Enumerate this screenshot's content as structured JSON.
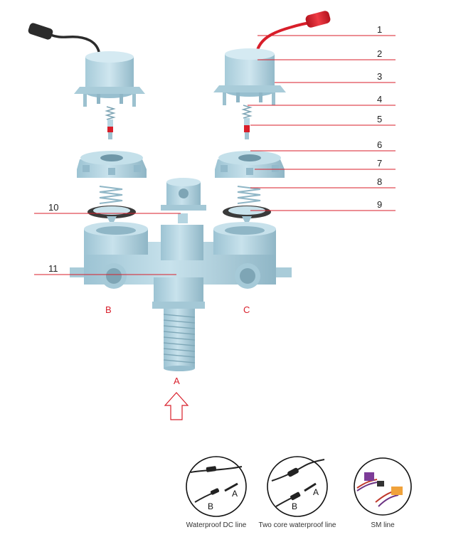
{
  "callouts": [
    "1",
    "2",
    "3",
    "4",
    "5",
    "6",
    "7",
    "8",
    "9",
    "10",
    "11"
  ],
  "ports": {
    "b": "B",
    "c": "C",
    "a": "A"
  },
  "cables": [
    {
      "caption": "Waterproof DC line",
      "letter_a": "A",
      "letter_b": "B"
    },
    {
      "caption": "Two core waterproof line",
      "letter_a": "A",
      "letter_b": "B"
    },
    {
      "caption": "SM line"
    }
  ],
  "colors": {
    "part_fill": "#b9d9e6",
    "part_shade": "#8fb6c6",
    "part_dark": "#6f97a8",
    "accent_red": "#d81e2a",
    "cable_black": "#2b2b2b",
    "leader_line": "#d81e2a"
  }
}
